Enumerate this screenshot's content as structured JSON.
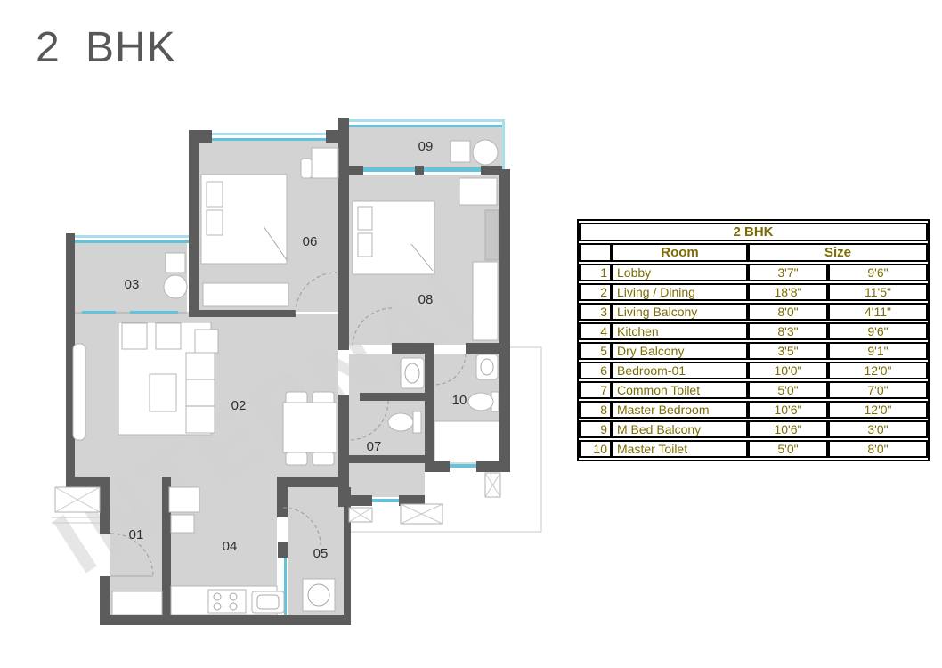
{
  "page_title": "2 BHK",
  "watermark": "INTERNAL",
  "colors": {
    "wall": "#5c5c5c",
    "floor": "#d3d3d3",
    "window_glass": "#62c3da",
    "table_text": "#7c6c03",
    "title_text": "#57585a",
    "table_border": "#000000"
  },
  "floorplan": {
    "room_labels": [
      "01",
      "02",
      "03",
      "04",
      "05",
      "06",
      "07",
      "08",
      "09",
      "10"
    ]
  },
  "table": {
    "title": "2 BHK",
    "headers": {
      "num": "",
      "room": "Room",
      "size": "Size"
    },
    "rows": [
      {
        "num": "1",
        "room": "Lobby",
        "w": "3'7\"",
        "h": "9'6\""
      },
      {
        "num": "2",
        "room": "Living / Dining",
        "w": "18'8\"",
        "h": "11'5\""
      },
      {
        "num": "3",
        "room": "Living Balcony",
        "w": "8'0\"",
        "h": "4'11\""
      },
      {
        "num": "4",
        "room": "Kitchen",
        "w": "8'3\"",
        "h": "9'6\""
      },
      {
        "num": "5",
        "room": "Dry Balcony",
        "w": "3'5\"",
        "h": "9'1\""
      },
      {
        "num": "6",
        "room": "Bedroom-01",
        "w": "10'0\"",
        "h": "12'0\""
      },
      {
        "num": "7",
        "room": "Common Toilet",
        "w": "5'0\"",
        "h": "7'0\""
      },
      {
        "num": "8",
        "room": "Master Bedroom",
        "w": "10'6\"",
        "h": "12'0\""
      },
      {
        "num": "9",
        "room": "M Bed Balcony",
        "w": "10'6\"",
        "h": "3'0\""
      },
      {
        "num": "10",
        "room": "Master Toilet",
        "w": "5'0\"",
        "h": "8'0\""
      }
    ]
  }
}
